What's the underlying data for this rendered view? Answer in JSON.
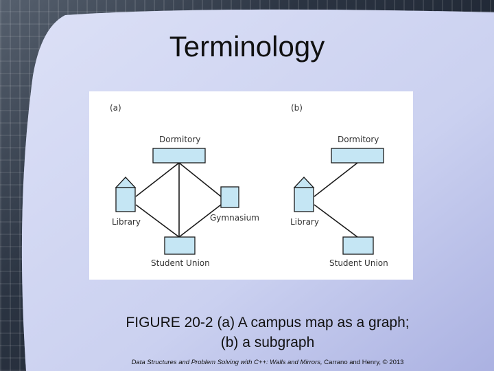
{
  "slide": {
    "title": "Terminology",
    "caption_line1": "FIGURE 20-2 (a) A campus map as a graph;",
    "caption_line2": "(b) a subgraph",
    "credit_title": "Data Structures and Problem Solving with C++: Walls and Mirrors,",
    "credit_authors": " Carrano and Henry, © 2013"
  },
  "figure": {
    "panel_a_label": "(a)",
    "panel_b_label": "(b)",
    "panel_a": {
      "nodes": [
        "Dormitory",
        "Library",
        "Gymnasium",
        "Student Union"
      ],
      "edges": [
        [
          "Dormitory",
          "Library"
        ],
        [
          "Dormitory",
          "Gymnasium"
        ],
        [
          "Dormitory",
          "Student Union"
        ],
        [
          "Library",
          "Student Union"
        ],
        [
          "Gymnasium",
          "Student Union"
        ]
      ]
    },
    "panel_b": {
      "nodes": [
        "Dormitory",
        "Library",
        "Student Union"
      ],
      "edges": [
        [
          "Dormitory",
          "Library"
        ],
        [
          "Library",
          "Student Union"
        ]
      ]
    },
    "node_color": "#c5e6f4"
  }
}
